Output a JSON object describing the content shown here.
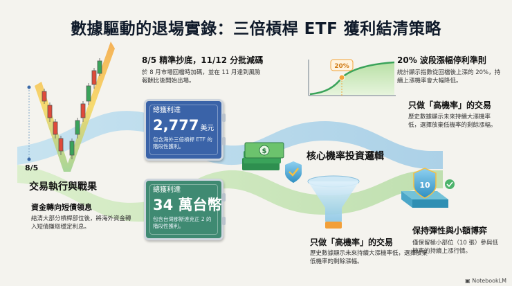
{
  "title": "數據驅動的退場實錄：三倍槓桿 ETF 獲利結清策略",
  "top_section": {
    "heading": "8/5 精準抄底，11/12 分批減碼",
    "desc": "於 8 月市場回檔時加碼，並在 11 月達到風險報酬比後開始出場。"
  },
  "chart_axis_label": "8/5",
  "trading": {
    "heading": "交易執行與戰果",
    "sub_heading": "資金轉向短債領息",
    "desc": "結清大部分槓桿部位後，將海外資金轉入短債賺取穩定利息。"
  },
  "safe_usd": {
    "label": "總獲利達",
    "amount": "2,777",
    "unit": "美元",
    "note": "包含海外三倍槓桿 ETF 的階段性獲利。"
  },
  "safe_twd": {
    "label": "總獲利達",
    "amount": "34 萬台幣",
    "note": "包含台灣那斯達克正 2 的階段性獲利。"
  },
  "core_logic": {
    "heading": "核心機率投資邏輯"
  },
  "funnel_section": {
    "heading": "只做「高機率」的交易",
    "desc": "歷史數據顯示未來持續大漲機率低，選擇放棄低機率的剩餘漲幅。"
  },
  "twenty_pct_badge": "20%",
  "take_profit": {
    "heading": "20% 波段漲幅停利準則",
    "desc": "統計顯示指數從回檔後上漲的 20%，持續上漲機率會大幅降低。"
  },
  "right_mid": {
    "heading": "只做「高機率」的交易",
    "desc": "歷史數據顯示未來持續大漲機率低，選擇放棄低機率的剩餘漲幅。"
  },
  "shield_number": "10",
  "flexibility": {
    "heading": "保持彈性與小額博弈",
    "desc": "僅保留極小部位（10 張）參與低機率的持續上漲行情。"
  },
  "brand": "NotebookLM",
  "colors": {
    "usd_safe": "#3a63a8",
    "twd_safe": "#3f8a72",
    "ribbon_blue": "#a9d3ea",
    "ribbon_green": "#c5e3b4",
    "accent_orange": "#f2a33a"
  }
}
